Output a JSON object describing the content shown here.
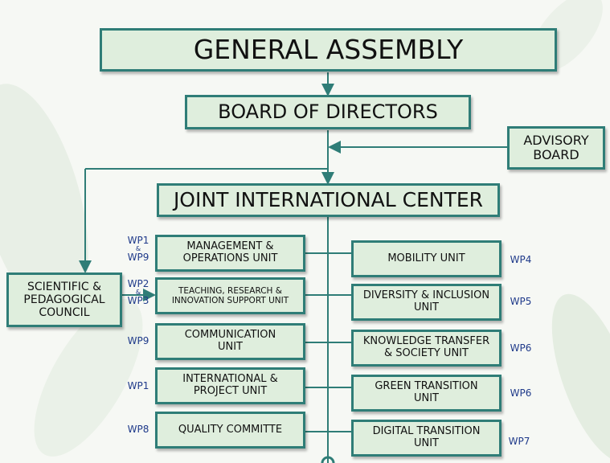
{
  "colors": {
    "box_fill": "#dfeedd",
    "border": "#2f7d77",
    "connector": "#2f7d77",
    "wp_text": "#1f3a8a"
  },
  "general_assembly": "GENERAL ASSEMBLY",
  "board_of_directors": "BOARD OF DIRECTORS",
  "advisory_board": {
    "line1": "ADVISORY",
    "line2": "BOARD"
  },
  "joint_center": "JOINT INTERNATIONAL CENTER",
  "council": {
    "line1": "SCIENTIFIC &",
    "line2": "PEDAGOGICAL",
    "line3": "COUNCIL"
  },
  "left_units": [
    {
      "line1": "MANAGEMENT &",
      "line2": "OPERATIONS UNIT"
    },
    {
      "line1": "TEACHING, RESEARCH &",
      "line2": "INNOVATION SUPPORT UNIT"
    },
    {
      "line1": "COMMUNICATION",
      "line2": "UNIT"
    },
    {
      "line1": "INTERNATIONAL &",
      "line2": "PROJECT UNIT"
    },
    {
      "line1": "QUALITY COMMITTE",
      "line2": ""
    }
  ],
  "right_units": [
    {
      "line1": "MOBILITY UNIT",
      "line2": ""
    },
    {
      "line1": "DIVERSITY & INCLUSION",
      "line2": "UNIT"
    },
    {
      "line1": "KNOWLEDGE TRANSFER",
      "line2": "& SOCIETY UNIT"
    },
    {
      "line1": "GREEN TRANSITION",
      "line2": "UNIT"
    },
    {
      "line1": "DIGITAL TRANSITION",
      "line2": "UNIT"
    }
  ],
  "wp_left": [
    {
      "top": "WP1",
      "amp": "&",
      "bottom": "WP9"
    },
    {
      "top": "WP2",
      "amp": "&",
      "bottom": "WP3"
    },
    {
      "top": "WP9",
      "amp": "",
      "bottom": ""
    },
    {
      "top": "WP1",
      "amp": "",
      "bottom": ""
    },
    {
      "top": "WP8",
      "amp": "",
      "bottom": ""
    }
  ],
  "wp_right": [
    "WP4",
    "WP5",
    "WP6",
    "WP6",
    "WP7"
  ]
}
